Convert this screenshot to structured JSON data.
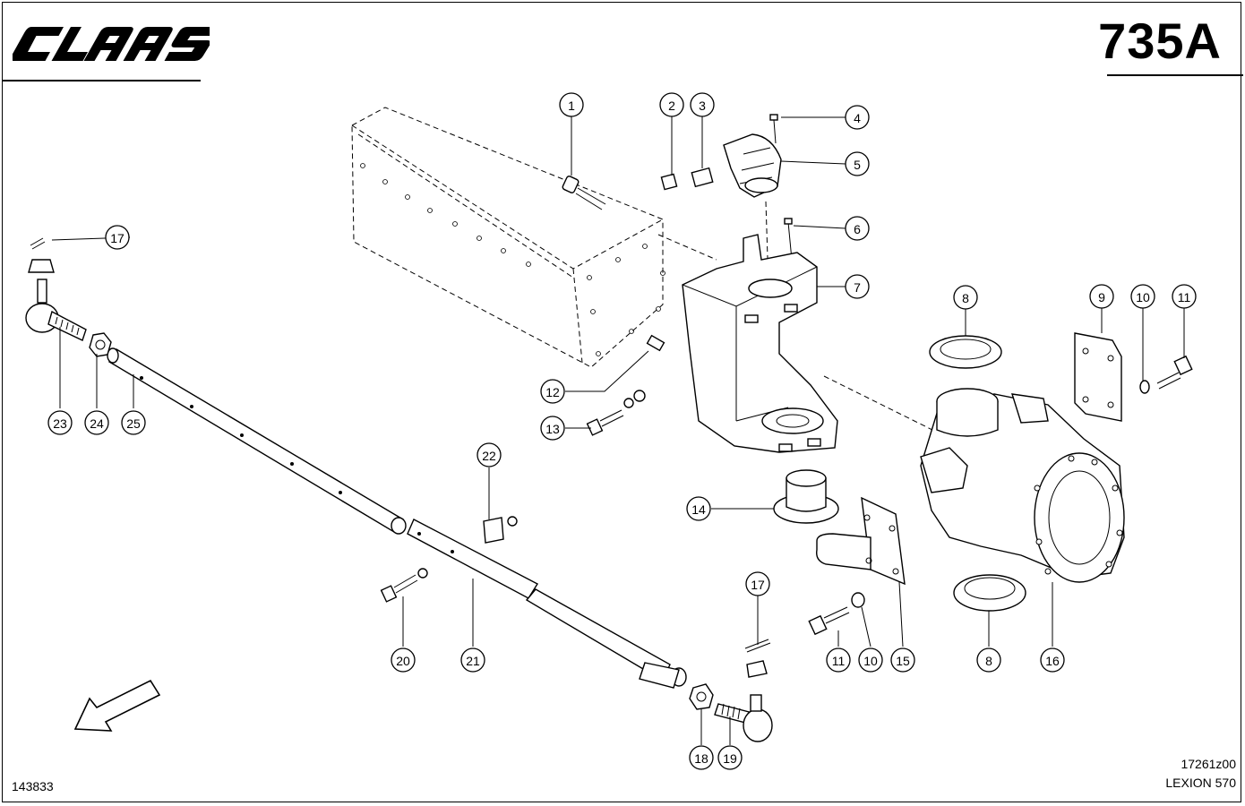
{
  "header": {
    "brand": "CLAAS",
    "page_code": "735A"
  },
  "footer": {
    "drawing_number": "143833",
    "figure_id": "17261z00",
    "model": "LEXION 570"
  },
  "callouts": [
    {
      "label": "1"
    },
    {
      "label": "2"
    },
    {
      "label": "3"
    },
    {
      "label": "4"
    },
    {
      "label": "5"
    },
    {
      "label": "6"
    },
    {
      "label": "7"
    },
    {
      "label": "8"
    },
    {
      "label": "9"
    },
    {
      "label": "10"
    },
    {
      "label": "11"
    },
    {
      "label": "12"
    },
    {
      "label": "13"
    },
    {
      "label": "14"
    },
    {
      "label": "17"
    },
    {
      "label": "23"
    },
    {
      "label": "24"
    },
    {
      "label": "25"
    },
    {
      "label": "22"
    },
    {
      "label": "20"
    },
    {
      "label": "21"
    },
    {
      "label": "17"
    },
    {
      "label": "18"
    },
    {
      "label": "19"
    },
    {
      "label": "11"
    },
    {
      "label": "10"
    },
    {
      "label": "15"
    },
    {
      "label": "8"
    },
    {
      "label": "16"
    }
  ]
}
